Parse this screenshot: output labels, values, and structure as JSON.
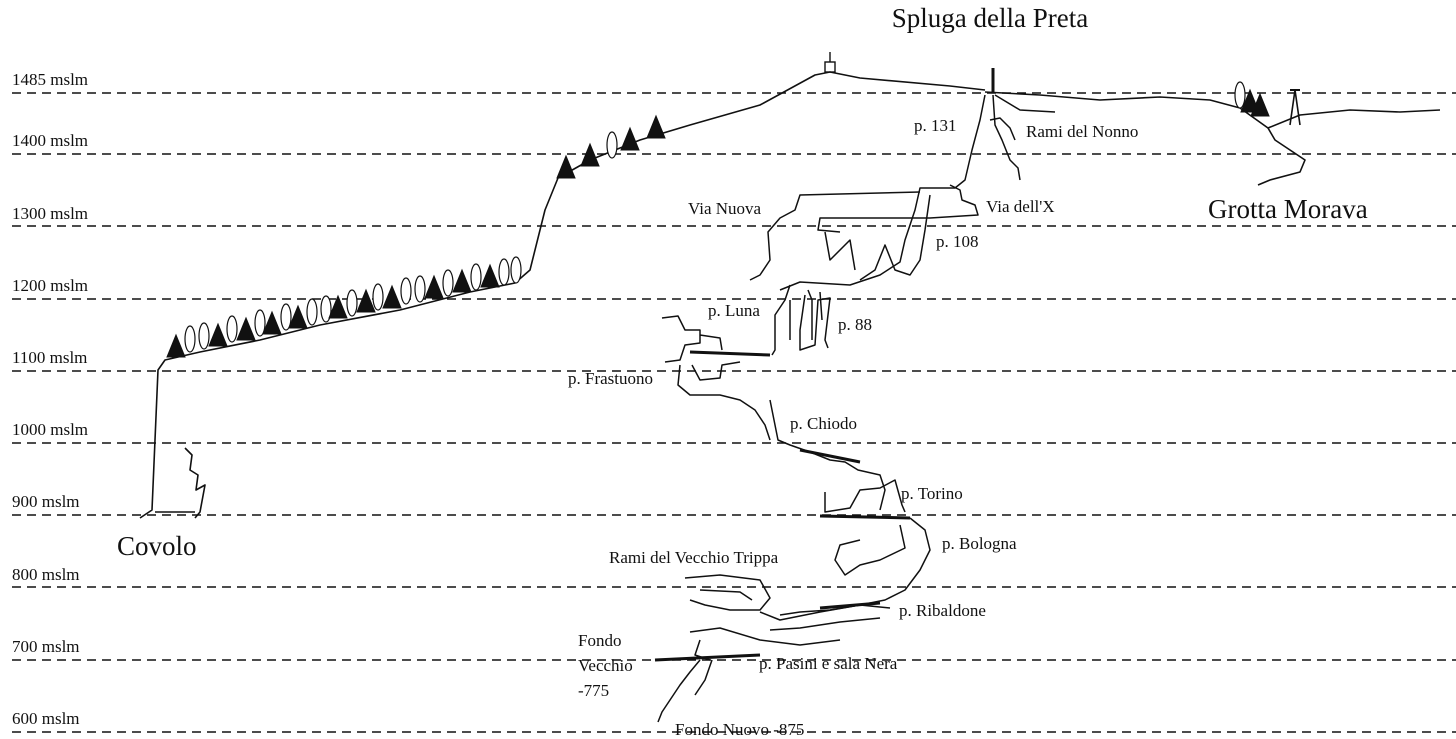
{
  "title": "Spluga della Preta",
  "levels": [
    {
      "label": "1485 mslm",
      "value": 1485
    },
    {
      "label": "1400 mslm",
      "value": 1400
    },
    {
      "label": "1300 mslm",
      "value": 1300
    },
    {
      "label": "1200 mslm",
      "value": 1200
    },
    {
      "label": "1100 mslm",
      "value": 1100
    },
    {
      "label": "1000 mslm",
      "value": 1000
    },
    {
      "label": "900 mslm",
      "value": 900
    },
    {
      "label": "800 mslm",
      "value": 800
    },
    {
      "label": "700 mslm",
      "value": 700
    },
    {
      "label": "600 mslm",
      "value": 600
    }
  ],
  "places": {
    "covolo": "Covolo",
    "grotta_morava": "Grotta Morava"
  },
  "cave_labels": {
    "p131": "p. 131",
    "rami_del_nonno": "Rami del Nonno",
    "via_nuova": "Via Nuova",
    "via_dell_x": "Via dell'X",
    "p108": "p. 108",
    "p_luna": "p. Luna",
    "p88": "p. 88",
    "p_frastuono": "p. Frastuono",
    "p_chiodo": "p. Chiodo",
    "p_torino": "p. Torino",
    "p_bologna": "p. Bologna",
    "rami_del_vecchio_trippa": "Rami del Vecchio Trippa",
    "p_ribaldone": "p. Ribaldone",
    "fondo_vecchio_line1": "Fondo",
    "fondo_vecchio_line2": "Vecchio",
    "fondo_vecchio_depth": "-775",
    "p_pasini": "p. Pasini e sala Nera",
    "fondo_nuovo": "Fondo Nuovo -875"
  }
}
